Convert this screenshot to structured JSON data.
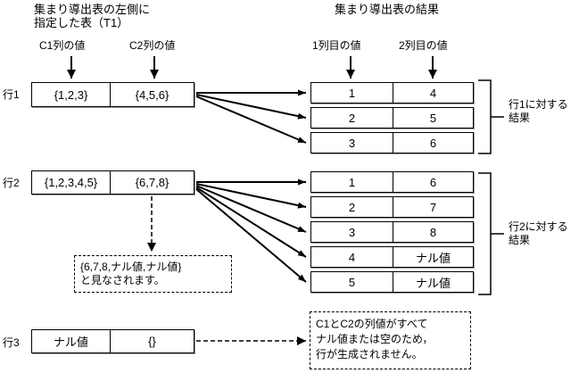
{
  "diagram": {
    "left": {
      "title_line1": "集まり導出表の左側に",
      "title_line2": "指定した表（T1）",
      "c1_label": "C1列の値",
      "c2_label": "C2列の値",
      "rows": [
        {
          "label": "行1",
          "c1": "{1,2,3}",
          "c2": "{4,5,6}"
        },
        {
          "label": "行2",
          "c1": "{1,2,3,4,5}",
          "c2": "{6,7,8}"
        },
        {
          "label": "行3",
          "c1": "ナル値",
          "c2": "{}"
        }
      ]
    },
    "right": {
      "title": "集まり導出表の結果",
      "col1_label": "1列目の値",
      "col2_label": "2列目の値",
      "row1_results": [
        {
          "c1": "1",
          "c2": "4"
        },
        {
          "c1": "2",
          "c2": "5"
        },
        {
          "c1": "3",
          "c2": "6"
        }
      ],
      "row2_results": [
        {
          "c1": "1",
          "c2": "6"
        },
        {
          "c1": "2",
          "c2": "7"
        },
        {
          "c1": "3",
          "c2": "8"
        },
        {
          "c1": "4",
          "c2": "ナル値"
        },
        {
          "c1": "5",
          "c2": "ナル値"
        }
      ],
      "bracket1_line1": "行1に対する",
      "bracket1_line2": "結果",
      "bracket2_line1": "行2に対する",
      "bracket2_line2": "結果"
    },
    "notes": {
      "row2_note_line1": "{6,7,8,ナル値,ナル値}",
      "row2_note_line2": "と見なされます。",
      "row3_note_line1": "C1とC2の列値がすべて",
      "row3_note_line2": "ナル値または空のため，",
      "row3_note_line3": "行が生成されません。"
    },
    "colors": {
      "line": "#000000",
      "background": "#ffffff",
      "text": "#000000"
    }
  }
}
